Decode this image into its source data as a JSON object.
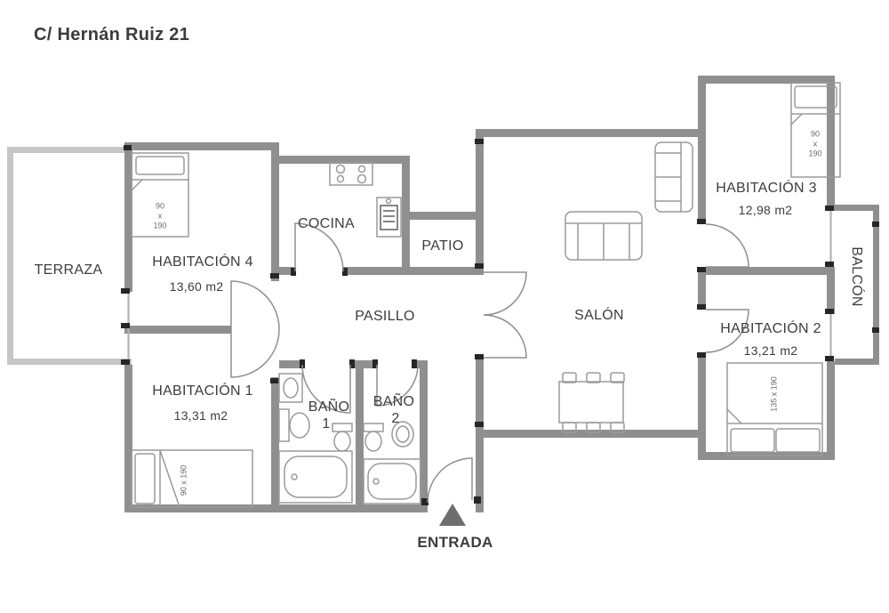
{
  "title": "C/ Hernán Ruiz 21",
  "rooms": {
    "terraza": {
      "name": "TERRAZA"
    },
    "habitacion4": {
      "name": "HABITACIÓN 4",
      "area": "13,60 m2",
      "bed_size": [
        "90",
        "x",
        "190"
      ]
    },
    "habitacion1": {
      "name": "HABITACIÓN 1",
      "area": "13,31 m2",
      "bed_size_label": "90 x 190"
    },
    "cocina": {
      "name": "COCINA"
    },
    "patio": {
      "name": "PATIO"
    },
    "pasillo": {
      "name": "PASILLO"
    },
    "bano1": {
      "name": "BAÑO",
      "number": "1"
    },
    "bano2": {
      "name": "BAÑO",
      "number": "2"
    },
    "salon": {
      "name": "SALÓN"
    },
    "habitacion3": {
      "name": "HABITACIÓN 3",
      "area": "12,98 m2",
      "bed_size": [
        "90",
        "x",
        "190"
      ]
    },
    "habitacion2": {
      "name": "HABITACIÓN 2",
      "area": "13,21 m2",
      "bed_size_label": "135 x 190"
    },
    "balcon": {
      "name": "BALCÓN"
    },
    "entrada": {
      "name": "ENTRADA"
    }
  },
  "colors": {
    "wall": "#8f8f8f",
    "light_wall": "#c6c6c6",
    "furniture_line": "#9a9a9a",
    "text": "#3d3d3d",
    "window_line": "#b3b3b3",
    "window_mark": "#262626",
    "arrow": "#6e6e6e"
  }
}
